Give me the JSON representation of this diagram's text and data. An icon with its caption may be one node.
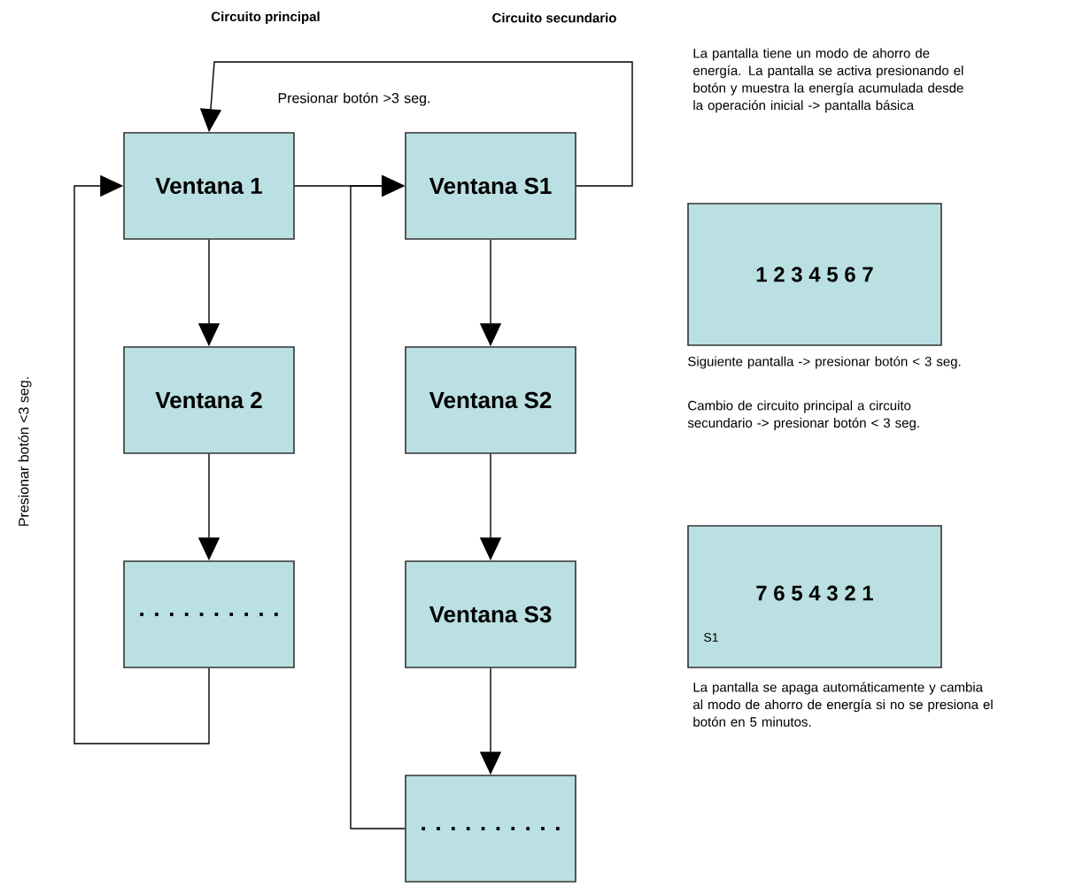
{
  "diagram": {
    "nodes": [
      {
        "text": [
          "Ventana 1"
        ]
      },
      {
        "text": [
          "Ventana 2"
        ]
      },
      {
        "text": [
          ". . . . . . . . . ."
        ]
      },
      {
        "text": [
          "Ventana S1"
        ]
      },
      {
        "text": [
          "Ventana S2"
        ]
      },
      {
        "text": [
          "Ventana S3"
        ]
      },
      {
        "text": [
          ". . . . . . . . . ."
        ]
      },
      {
        "text": [
          "1 2 3 4 5 6 7"
        ]
      },
      {
        "text": [
          "7 6 5 4 3 2 1",
          "S1"
        ]
      }
    ],
    "edges": [
      {
        "from": 0,
        "to": 1,
        "arrow": "to"
      },
      {
        "from": 1,
        "to": 2,
        "arrow": "to"
      },
      {
        "from": 2,
        "to": 0,
        "arrow": "to",
        "label": "Presionar botón <3 seg."
      },
      {
        "from": 0,
        "to": 3,
        "arrow": "to"
      },
      {
        "from": 3,
        "to": 0,
        "arrow": "to",
        "label": "Presionar botón >3 seg."
      },
      {
        "from": 3,
        "to": 4,
        "arrow": "to"
      },
      {
        "from": 4,
        "to": 5,
        "arrow": "to"
      },
      {
        "from": 5,
        "to": 6,
        "arrow": "to"
      },
      {
        "from": 6,
        "to": 3,
        "arrow": "to"
      }
    ],
    "labels": [
      "Circuito principal",
      "Circuito secundario",
      "La pantalla tiene un modo de ahorro de energía.  La pantalla se activa presionando el botón y muestra la energía acumulada desde la operación inicial -> pantalla básica",
      "Siguiente pantalla -> presionar botón < 3 seg.",
      "Cambio de circuito principal a circuito secundario -> presionar botón < 3 seg.",
      "La pantalla se apaga automáticamente y cambia al modo de ahorro de energía si no se presiona el botón en 5 minutos."
    ]
  }
}
